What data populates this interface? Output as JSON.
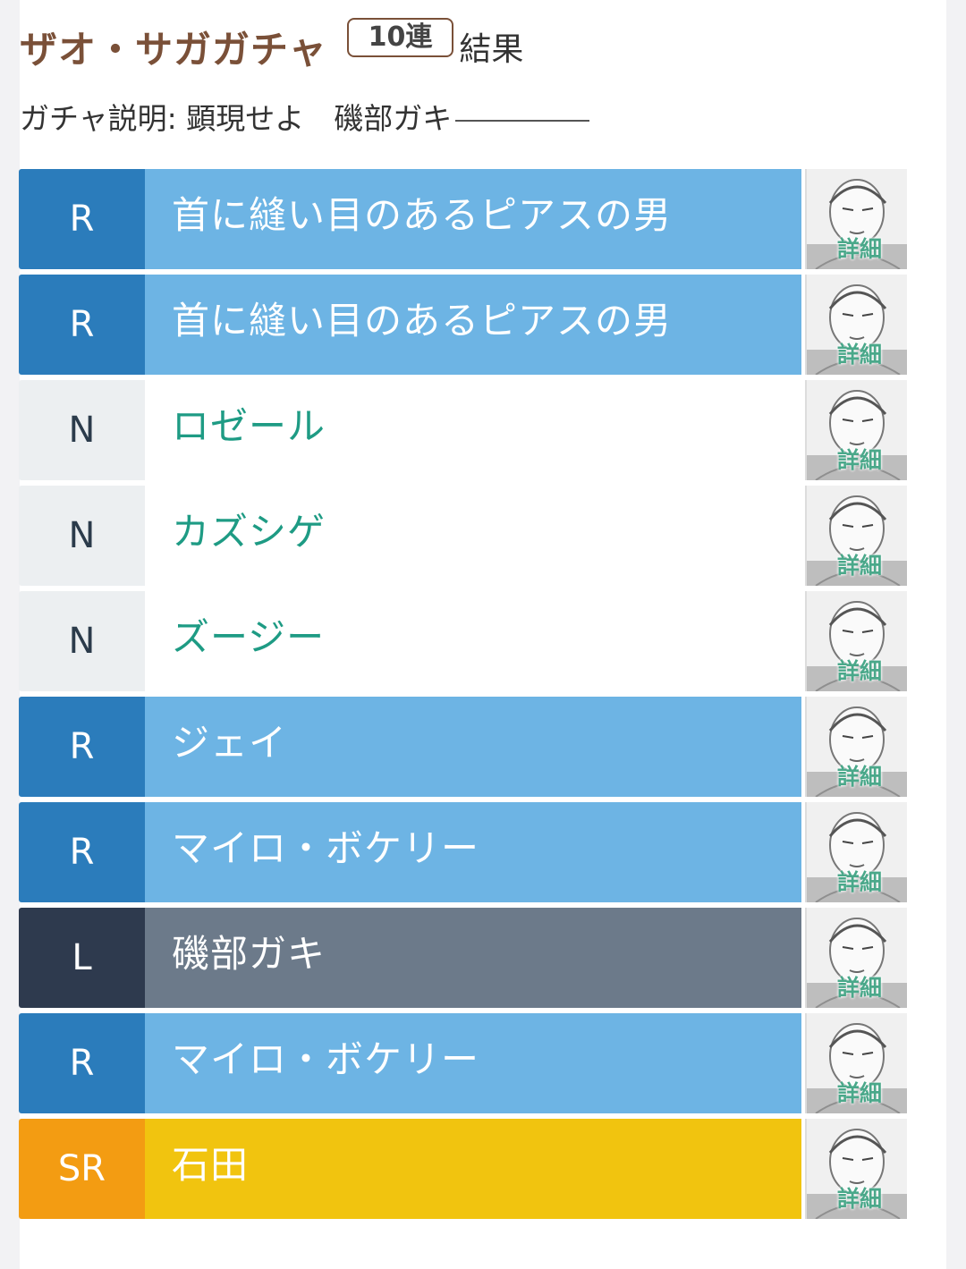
{
  "header": {
    "title": "ザオ・サガガチャ",
    "badge": "10連",
    "result": "結果",
    "description": "ガチャ説明: 顕現せよ　磯部ガキ"
  },
  "colors": {
    "R_badge": "#2b7cbb",
    "R_bar": "#6db4e4",
    "N_badge": "#eceff1",
    "N_text": "#1e9b84",
    "L_badge": "#2e3a4e",
    "L_bar": "#6c7a8a",
    "SR_badge": "#f39c12",
    "SR_bar": "#f1c40f",
    "title": "#7a5038"
  },
  "results": [
    {
      "rarity": "R",
      "name": "首に縫い目のあるピアスの男",
      "detail": "詳細",
      "thumb_icon": "character-portrait-icon"
    },
    {
      "rarity": "R",
      "name": "首に縫い目のあるピアスの男",
      "detail": "詳細",
      "thumb_icon": "character-portrait-icon"
    },
    {
      "rarity": "N",
      "name": "ロゼール",
      "detail": "詳細",
      "thumb_icon": "character-portrait-icon"
    },
    {
      "rarity": "N",
      "name": "カズシゲ",
      "detail": "詳細",
      "thumb_icon": "character-portrait-icon"
    },
    {
      "rarity": "N",
      "name": "ズージー",
      "detail": "詳細",
      "thumb_icon": "character-portrait-icon"
    },
    {
      "rarity": "R",
      "name": "ジェイ",
      "detail": "詳細",
      "thumb_icon": "character-portrait-icon"
    },
    {
      "rarity": "R",
      "name": "マイロ・ボケリー",
      "detail": "詳細",
      "thumb_icon": "character-portrait-icon"
    },
    {
      "rarity": "L",
      "name": "磯部ガキ",
      "detail": "詳細",
      "thumb_icon": "character-portrait-icon"
    },
    {
      "rarity": "R",
      "name": "マイロ・ボケリー",
      "detail": "詳細",
      "thumb_icon": "character-portrait-icon"
    },
    {
      "rarity": "SR",
      "name": "石田",
      "detail": "詳細",
      "thumb_icon": "character-portrait-icon"
    }
  ]
}
